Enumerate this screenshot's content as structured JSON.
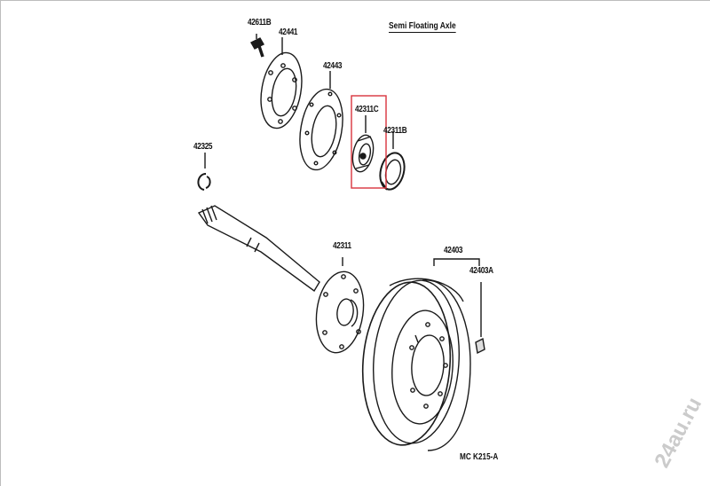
{
  "diagram": {
    "title": "Semi Floating Axle",
    "code": "MC K215-A",
    "watermark": "24au.ru",
    "highlight_color": "#d9343d",
    "labels": {
      "p42611b": "42611B",
      "p42441": "42441",
      "p42443": "42443",
      "p42311c": "42311C",
      "p42311b": "42311B",
      "p42325": "42325",
      "p42311": "42311",
      "p42403": "42403",
      "p42403a": "42403A"
    },
    "parts": {
      "bolt": "bolt",
      "retainer": "bearing retainer",
      "gasket": "gasket",
      "bearing": "bearing",
      "oil_seal": "oil seal",
      "snap_ring": "snap ring",
      "axle_shaft": "axle shaft",
      "brake_drum": "brake drum",
      "plug": "plug"
    }
  }
}
